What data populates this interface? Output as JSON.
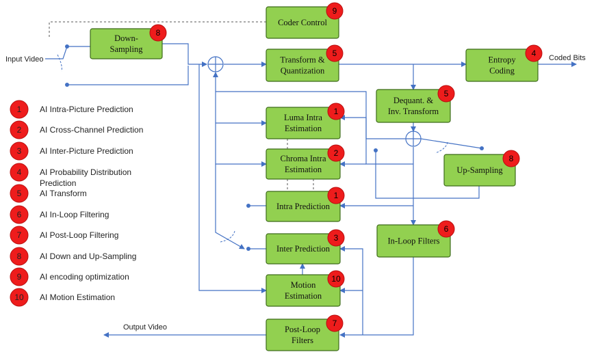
{
  "io": {
    "input_video": "Input Video",
    "coded_bits": "Coded Bits",
    "output_video": "Output Video"
  },
  "blocks": {
    "coder_control": {
      "lines": [
        "Coder Control"
      ],
      "badge": "9"
    },
    "down_sampling": {
      "lines": [
        "Down-",
        "Sampling"
      ],
      "badge": "8"
    },
    "transform_quant": {
      "lines": [
        "Transform &",
        "Quantization"
      ],
      "badge": "5"
    },
    "entropy_coding": {
      "lines": [
        "Entropy",
        "Coding"
      ],
      "badge": "4"
    },
    "dequant": {
      "lines": [
        "Dequant. &",
        "Inv. Transform"
      ],
      "badge": "5"
    },
    "luma_intra": {
      "lines": [
        "Luma Intra",
        "Estimation"
      ],
      "badge": "1"
    },
    "chroma_intra": {
      "lines": [
        "Chroma  Intra",
        "Estimation"
      ],
      "badge": "2"
    },
    "intra_prediction": {
      "lines": [
        "Intra Prediction"
      ],
      "badge": "1"
    },
    "up_sampling": {
      "lines": [
        "Up-Sampling"
      ],
      "badge": "8"
    },
    "in_loop_filters": {
      "lines": [
        "In-Loop Filters"
      ],
      "badge": "6"
    },
    "inter_prediction": {
      "lines": [
        "Inter Prediction"
      ],
      "badge": "3"
    },
    "motion_estimation": {
      "lines": [
        "Motion",
        "Estimation"
      ],
      "badge": "10"
    },
    "post_loop_filters": {
      "lines": [
        "Post-Loop",
        "Filters"
      ],
      "badge": "7"
    }
  },
  "legend": [
    {
      "num": "1",
      "text": "AI Intra-Picture Prediction"
    },
    {
      "num": "2",
      "text": "AI Cross-Channel Prediction"
    },
    {
      "num": "3",
      "text": "AI Inter-Picture Prediction"
    },
    {
      "num": "4",
      "text": "AI Probability Distribution",
      "text2": "Prediction"
    },
    {
      "num": "5",
      "text": "AI Transform"
    },
    {
      "num": "6",
      "text": "AI In-Loop Filtering"
    },
    {
      "num": "7",
      "text": "AI Post-Loop Filtering"
    },
    {
      "num": "8",
      "text": "AI Down and Up-Sampling"
    },
    {
      "num": "9",
      "text": "AI encoding optimization"
    },
    {
      "num": "10",
      "text": "AI Motion Estimation"
    }
  ],
  "colors": {
    "block_fill": "#92d050",
    "badge_fill": "#ee1c1c",
    "connector": "#4472c4"
  }
}
